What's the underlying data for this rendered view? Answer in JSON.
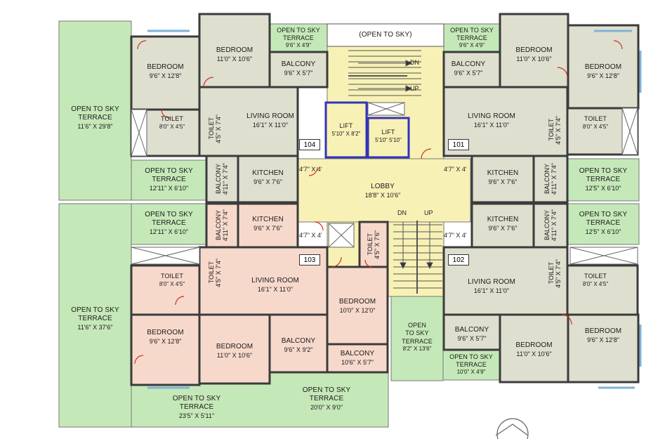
{
  "header": {
    "open_to_sky": "(OPEN TO SKY)"
  },
  "colors": {
    "terrace": "#c5e8b8",
    "flat_grey": "#dedfcf",
    "flat_pink": "#f7d9cc",
    "lobby": "#f8f1b6",
    "lift_frame": "#3333bb",
    "wall": "#3b3b3b"
  },
  "flats": {
    "f104": {
      "number": "104",
      "bedroom_a": {
        "name": "BEDROOM",
        "size": "11'0\" X 10'6\""
      },
      "bedroom_b": {
        "name": "BEDROOM",
        "size": "9'6\" X 12'8\""
      },
      "terrace_top": {
        "l1": "OPEN TO SKY",
        "l2": "TERRACE",
        "size": "9'6\" X 4'9\""
      },
      "balcony": {
        "name": "BALCONY",
        "size": "9'6\" X 5'7\""
      },
      "living": {
        "name": "LIVING ROOM",
        "size": "16'1\" X 11'0\""
      },
      "toilet_a": {
        "name": "TOILET",
        "size": "8'0\" X 4'5\""
      },
      "toilet_b": {
        "name": "TOILET",
        "size": "4'5\" X 7'4\""
      },
      "balcony_v": {
        "name": "BALCONY",
        "size": "4'11\" X 7'4\""
      },
      "kitchen": {
        "name": "KITCHEN",
        "size": "9'6\" X 7'6\""
      },
      "side_terrace": {
        "l1": "OPEN TO SKY",
        "l2": "TERRACE",
        "size": "11'6\" X 29'8\""
      },
      "low_terrace": {
        "l1": "OPEN TO SKY",
        "l2": "TERRACE",
        "size": "12'11\" X 6'10\""
      },
      "passage": "4'7\" X 4'"
    },
    "f101": {
      "number": "101",
      "terrace_top": {
        "l1": "OPEN TO SKY",
        "l2": "TERRACE",
        "size": "9'6\" X 4'9\""
      },
      "bedroom_a": {
        "name": "BEDROOM",
        "size": "11'0\" X 10'6\""
      },
      "bedroom_b": {
        "name": "BEDROOM",
        "size": "9'6\" X 12'8\""
      },
      "balcony": {
        "name": "BALCONY",
        "size": "9'6\" X 5'7\""
      },
      "living": {
        "name": "LIVING ROOM",
        "size": "16'1\" X 11'0\""
      },
      "toilet_b": {
        "name": "TOILET",
        "size": "4'5\" X 7'4\""
      },
      "toilet_a": {
        "name": "TOILET",
        "size": "8'0\" X 4'5\""
      },
      "kitchen": {
        "name": "KITCHEN",
        "size": "9'6\" X 7'6\""
      },
      "balcony_v": {
        "name": "BALCONY",
        "size": "4'11\" X 7'4\""
      },
      "low_terrace": {
        "l1": "OPEN TO SKY",
        "l2": "TERRACE",
        "size": "12'5\" X 6'10\""
      },
      "passage": "4'7\" X 4'"
    },
    "f103": {
      "number": "103",
      "top_terrace": {
        "l1": "OPEN TO SKY",
        "l2": "TERRACE",
        "size": "12'11\" X 6'10\""
      },
      "balcony_v": {
        "name": "BALCONY",
        "size": "4'11\" X 7'4\""
      },
      "kitchen": {
        "name": "KITCHEN",
        "size": "9'6\" X 7'6\""
      },
      "passage": "4'7\" X 4'",
      "toilet_c": {
        "name": "TOILET",
        "size": "4'5\" X 7'6\""
      },
      "toilet_b": {
        "name": "TOILET",
        "size": "4'5\" X 7'4\""
      },
      "toilet_a": {
        "name": "TOILET",
        "size": "8'0\" X 4'5\""
      },
      "living": {
        "name": "LIVING ROOM",
        "size": "16'1\" X 11'0\""
      },
      "bedroom_c": {
        "name": "BEDROOM",
        "size": "10'0\" X 12'0\""
      },
      "side_terrace": {
        "l1": "OPEN TO SKY",
        "l2": "TERRACE",
        "size": "11'6\" X 37'6\""
      },
      "bedroom_b": {
        "name": "BEDROOM",
        "size": "9'6\" X 12'8\""
      },
      "bedroom_a": {
        "name": "BEDROOM",
        "size": "11'0\" X 10'6\""
      },
      "balcony_a": {
        "name": "BALCONY",
        "size": "9'6\" X 9'2\""
      },
      "balcony_b": {
        "name": "BALCONY",
        "size": "10'6\" X 5'7\""
      },
      "bottom_terrace_a": {
        "l1": "OPEN TO SKY",
        "l2": "TERRACE",
        "size": "23'5\" X 5'11\""
      },
      "bottom_terrace_b": {
        "l1": "OPEN TO SKY",
        "l2": "TERRACE",
        "size": "20'0\" X 9'0\""
      }
    },
    "f102": {
      "number": "102",
      "top_terrace": {
        "l1": "OPEN TO SKY",
        "l2": "TERRACE",
        "size": "12'5\" X 6'10\""
      },
      "kitchen": {
        "name": "KITCHEN",
        "size": "9'6\" X 7'6\""
      },
      "balcony_v": {
        "name": "BALCONY",
        "size": "4'11\" X 7'4\""
      },
      "passage": "4'7\" X 4'",
      "living": {
        "name": "LIVING ROOM",
        "size": "16'1\" X 11'0\""
      },
      "toilet_b": {
        "name": "TOILET",
        "size": "4'5\" X 7'4\""
      },
      "toilet_a": {
        "name": "TOILET",
        "size": "8'0\" X 4'5\""
      },
      "balcony": {
        "name": "BALCONY",
        "size": "9'6\" X 5'7\""
      },
      "bedroom_a": {
        "name": "BEDROOM",
        "size": "11'0\" X 10'6\""
      },
      "bedroom_b": {
        "name": "BEDROOM",
        "size": "9'6\" X 12'8\""
      },
      "terrace_bottom": {
        "l1": "OPEN TO SKY",
        "l2": "TERRACE",
        "size": "10'0\" X 4'9\""
      }
    }
  },
  "core": {
    "lift_a": {
      "name": "LIFT",
      "size": "5'10\" X 8'2\""
    },
    "lift_b": {
      "name": "LIFT",
      "size": "5'10\" 5'10\""
    },
    "lobby": {
      "name": "LOBBY",
      "size": "18'8\" X 10'6\""
    },
    "stair_top_dn": "DN",
    "stair_top_up": "UP",
    "stair_bot_dn": "DN",
    "stair_bot_up": "UP",
    "center_terrace": {
      "l1": "OPEN",
      "l2": "TO SKY",
      "l3": "TERRACE",
      "size": "8'2\" X 13'6\""
    }
  }
}
